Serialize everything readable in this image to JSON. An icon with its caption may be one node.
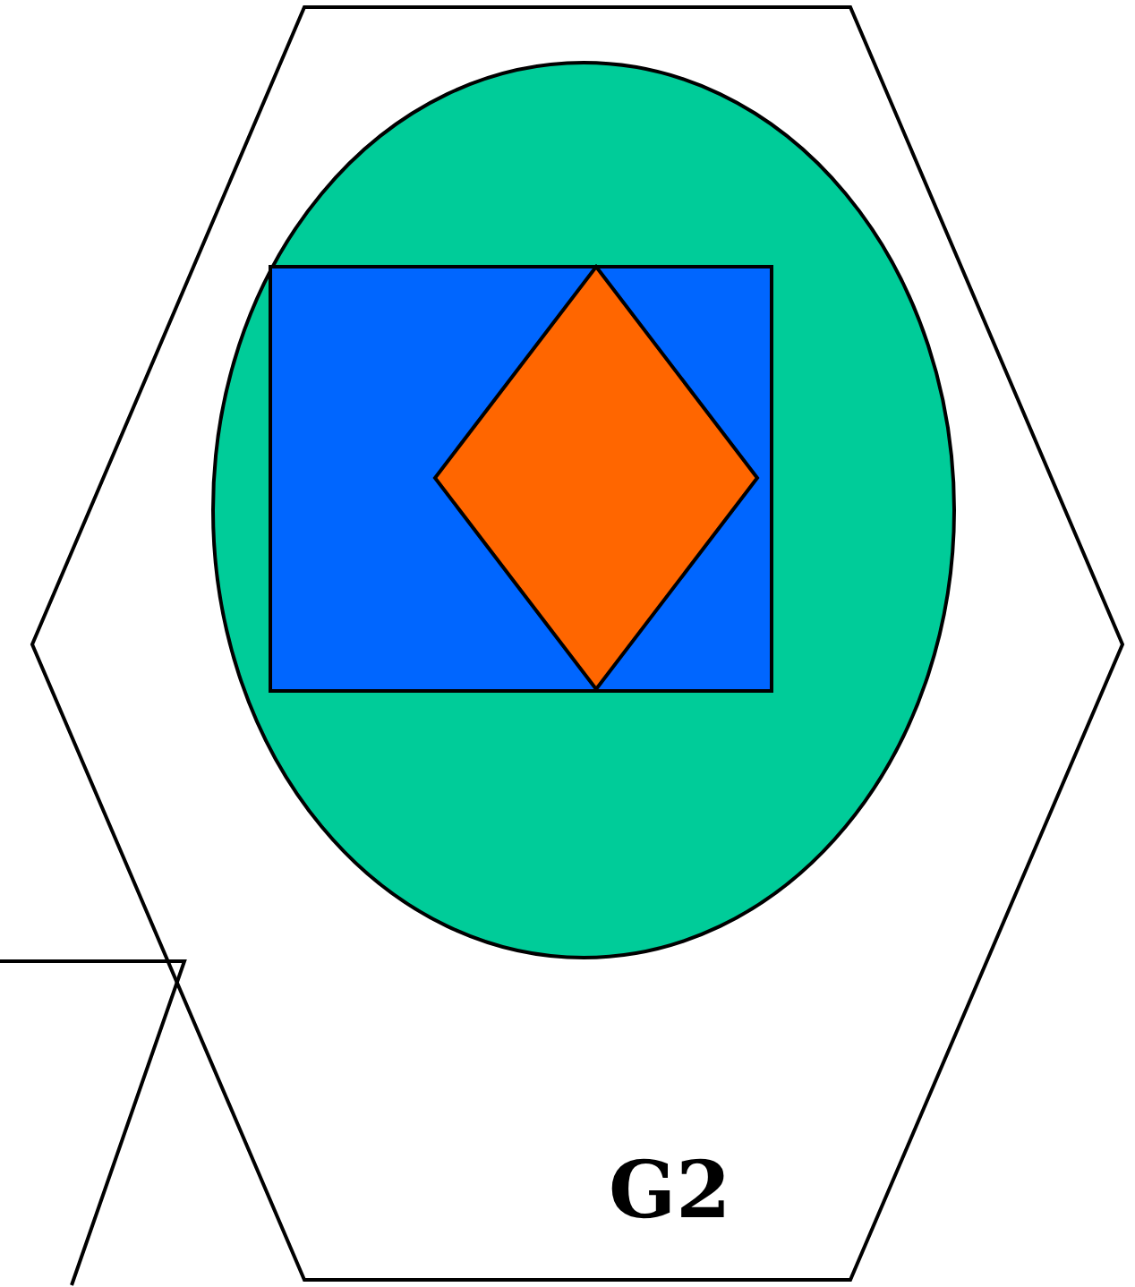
{
  "diagram": {
    "nodes": [
      {
        "text": [
          "G2"
        ]
      },
      {
        "text": [],
        "shape": "ellipse",
        "in": 0
      },
      {
        "text": [],
        "shape": "box",
        "in": 1
      },
      {
        "text": [],
        "shape": "diamond",
        "in": 2
      }
    ]
  }
}
